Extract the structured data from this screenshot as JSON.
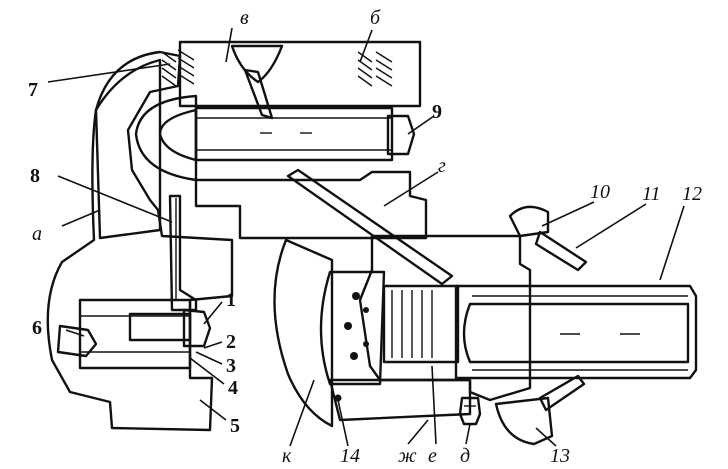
{
  "labels": {
    "v": "в",
    "b": "б",
    "n7": "7",
    "n9": "9",
    "n8": "8",
    "g": "г",
    "a": "а",
    "n10": "10",
    "n11": "11",
    "n12": "12",
    "n1": "1",
    "n6": "6",
    "n2": "2",
    "n3": "3",
    "n4": "4",
    "n5": "5",
    "k": "к",
    "n14": "14",
    "zh": "ж",
    "e": "е",
    "d": "д",
    "n13": "13"
  }
}
